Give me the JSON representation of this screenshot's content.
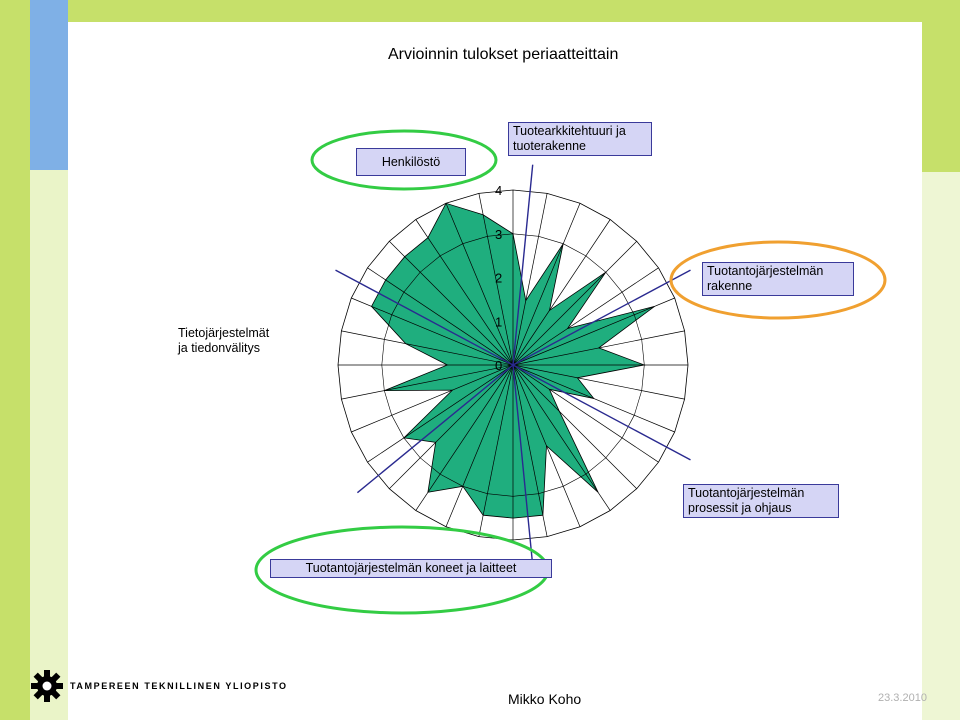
{
  "slide": {
    "title": "Arvioinnin tulokset periaatteittain",
    "footer_author": "Mikko Koho",
    "footer_date": "23.3.2010",
    "logo_text": "TAMPEREEN TEKNILLINEN YLIOPISTO",
    "logo_icon": "gear-cog-icon",
    "colors": {
      "fill": "#1fae7e",
      "accent_circle": "#33cc44",
      "orange_circle": "#f0a030",
      "axis_line": "#2a2a90",
      "label_box": "#d5d5f5",
      "deco_green": "#c6e06a",
      "deco_blue": "#7fb0e6"
    }
  },
  "chart_data": {
    "type": "radar",
    "title": "",
    "rlim": [
      0,
      4
    ],
    "ticks": [
      "0",
      "1",
      "2",
      "3",
      "4"
    ],
    "grid": true,
    "values": [
      3.0,
      1.5,
      3.0,
      1.5,
      3.0,
      1.5,
      3.5,
      2.0,
      3.0,
      1.5,
      2.0,
      1.0,
      1.5,
      3.5,
      2.0,
      3.5,
      3.5,
      3.5,
      3.0,
      3.5,
      2.5,
      3.0,
      1.5,
      3.0,
      1.5,
      2.5,
      3.5,
      3.5,
      3.5,
      3.5,
      4.0,
      3.5
    ],
    "groups": [
      {
        "name": "Tuotearkkitehtuuri ja\ntuoterakenne",
        "highlight": "none"
      },
      {
        "name": "Tuotantojärjestelmän\nrakenne",
        "highlight": "orange"
      },
      {
        "name": "Tuotantojärjestelmän\nprosessit ja ohjaus",
        "highlight": "none"
      },
      {
        "name": "Tuotantojärjestelmän koneet ja laitteet",
        "highlight": "green"
      },
      {
        "name": "Tietojärjestelmät\nja tiedonvälitys",
        "highlight": "none"
      },
      {
        "name": "Henkilöstö",
        "highlight": "green"
      }
    ]
  }
}
